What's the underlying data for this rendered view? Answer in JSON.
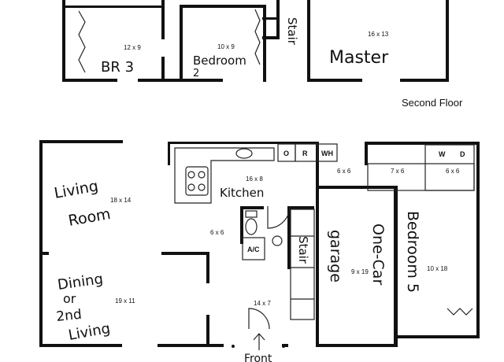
{
  "second_floor": {
    "title": "Second Floor",
    "rooms": {
      "br3": {
        "name": "BR 3",
        "dims": "12 x 9"
      },
      "bedroom2": {
        "name_line1": "Bedroom",
        "name_line2": "2",
        "dims": "10 x 9"
      },
      "stair": {
        "name": "Stair"
      },
      "master": {
        "name": "Master",
        "dims": "16 x 13"
      }
    }
  },
  "first_floor": {
    "rooms": {
      "living": {
        "name_line1": "Living",
        "name_line2": "Room",
        "dims": "18 x 14"
      },
      "dining": {
        "name_line1": "Dining",
        "name_line2": "or",
        "name_line3": "2nd",
        "name_line4": "Living",
        "dims": "19 x 11"
      },
      "kitchen": {
        "name": "Kitchen",
        "dims": "16 x 8"
      },
      "hall": {
        "dims": "6 x 6"
      },
      "pantry": {
        "o": "O",
        "r": "R",
        "wh": "WH",
        "dims": "6 x 6"
      },
      "ac": {
        "name": "A/C"
      },
      "stair": {
        "name": "Stair"
      },
      "foyer": {
        "dims": "14 x 7"
      },
      "front": {
        "name": "Front"
      },
      "garage": {
        "name_line1": "One-Car",
        "name_line2": "garage",
        "dims": "9 x 19"
      },
      "bedroom5": {
        "name": "Bedroom 5",
        "dims": "10 x 18"
      },
      "closet": {
        "dims": "7 x 6"
      },
      "laundry": {
        "w": "W",
        "d": "D",
        "dims": "6 x 6"
      }
    }
  }
}
